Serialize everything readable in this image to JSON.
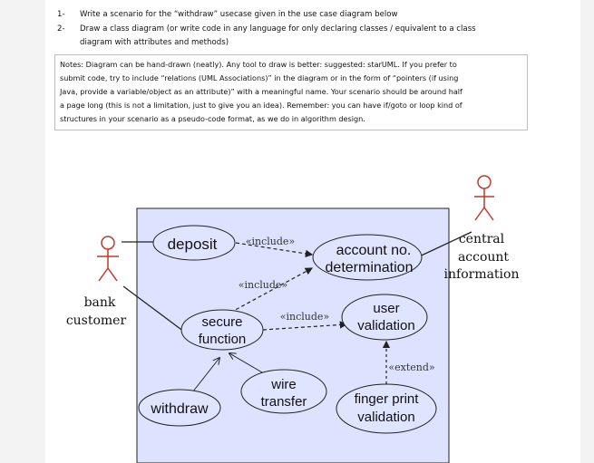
{
  "questions": [
    {
      "number": "1-",
      "lines": [
        "Write a scenario for the “withdraw” usecase given in the use case diagram below"
      ]
    },
    {
      "number": "2-",
      "lines": [
        "Draw a class diagram (or write code in any language for only declaring classes / equivalent to a class",
        "diagram with attributes and methods)"
      ]
    }
  ],
  "notes": [
    "Notes: Diagram can be hand-drawn (neatly). Any tool to draw is better: suggested: starUML. If you prefer to",
    "submit code, try to include “relations (UML Associations)” in the diagram or in the form of “pointers (if using",
    "Java, provide a variable/object as an attribute)” with a meaningful name. Your scenario should be around half",
    "a page long (this is not a limitation, just to give you an idea). Remember: you can have if/goto or loop kind of",
    "structures in your scenario as a pseudo-code format, as we do in algorithm design."
  ],
  "diagram": {
    "actors": {
      "bank_customer": [
        "bank",
        "customer"
      ],
      "central_account": [
        "central",
        "account",
        "information"
      ]
    },
    "usecases": {
      "deposit": [
        "deposit"
      ],
      "account_no": [
        "account no.",
        "determination"
      ],
      "secure_function": [
        "secure",
        "function"
      ],
      "user_validation": [
        "user",
        "validation"
      ],
      "wire_transfer": [
        "wire",
        "transfer"
      ],
      "withdraw": [
        "withdraw"
      ],
      "finger_print": [
        "finger print",
        "validation"
      ]
    },
    "relations": {
      "include_1": "«include»",
      "include_2": "«include»",
      "include_3": "«include»",
      "extend": "«extend»"
    },
    "colors": {
      "system_fill": "#dde3ff",
      "usecase_fill": "#dfe5ff"
    }
  }
}
